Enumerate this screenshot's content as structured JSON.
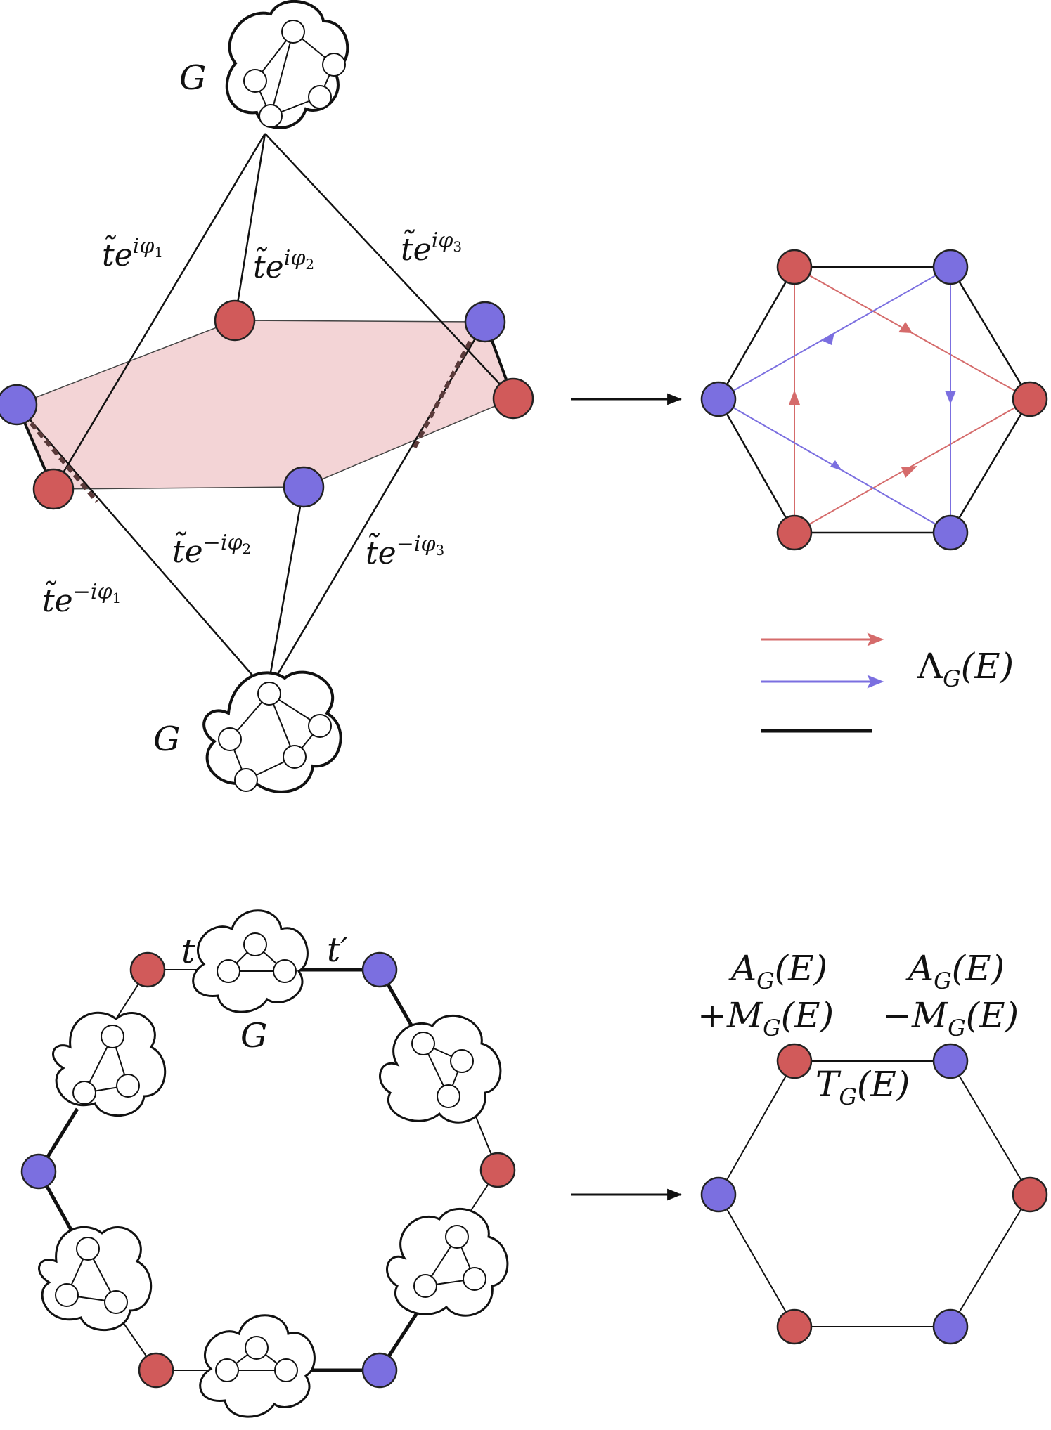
{
  "colors": {
    "red_node": "#d15a5a",
    "blue_node": "#7b6fe0",
    "pink_fill": "#f3d4d6",
    "red_arrow": "#d56b6b",
    "blue_arrow": "#7b6fe0",
    "dashed": "#5a3a3a",
    "line": "#111111"
  },
  "labels": {
    "G": "G",
    "hop1_up_base": "t̃e",
    "hop1_up_exp": "iφ",
    "hop1_up_sub": "1",
    "hop2_up_base": "t̃e",
    "hop2_up_exp": "iφ",
    "hop2_up_sub": "2",
    "hop3_up_base": "t̃e",
    "hop3_up_exp": "iφ",
    "hop3_up_sub": "3",
    "hop1_down_base": "t̃e",
    "hop1_down_exp": "−iφ",
    "hop1_down_sub": "1",
    "hop2_down_base": "t̃e",
    "hop2_down_exp": "−iφ",
    "hop2_down_sub": "2",
    "hop3_down_base": "t̃e",
    "hop3_down_exp": "−iφ",
    "hop3_down_sub": "3",
    "legend_lambda": "Λ",
    "legend_lambda_sub": "G",
    "legend_lambda_arg": "(E)",
    "t": "t",
    "t_prime": "t′",
    "a_left_1": "A",
    "a_left_sub": "G",
    "a_left_arg": "(E)",
    "a_left_2_sign": "+M",
    "a_left_2_sub": "G",
    "a_left_2_arg": "(E)",
    "a_right_1": "A",
    "a_right_sub": "G",
    "a_right_arg": "(E)",
    "a_right_2_sign": "−M",
    "a_right_2_sub": "G",
    "a_right_2_arg": "(E)",
    "t_g": "T",
    "t_g_sub": "G",
    "t_g_arg": "(E)"
  }
}
